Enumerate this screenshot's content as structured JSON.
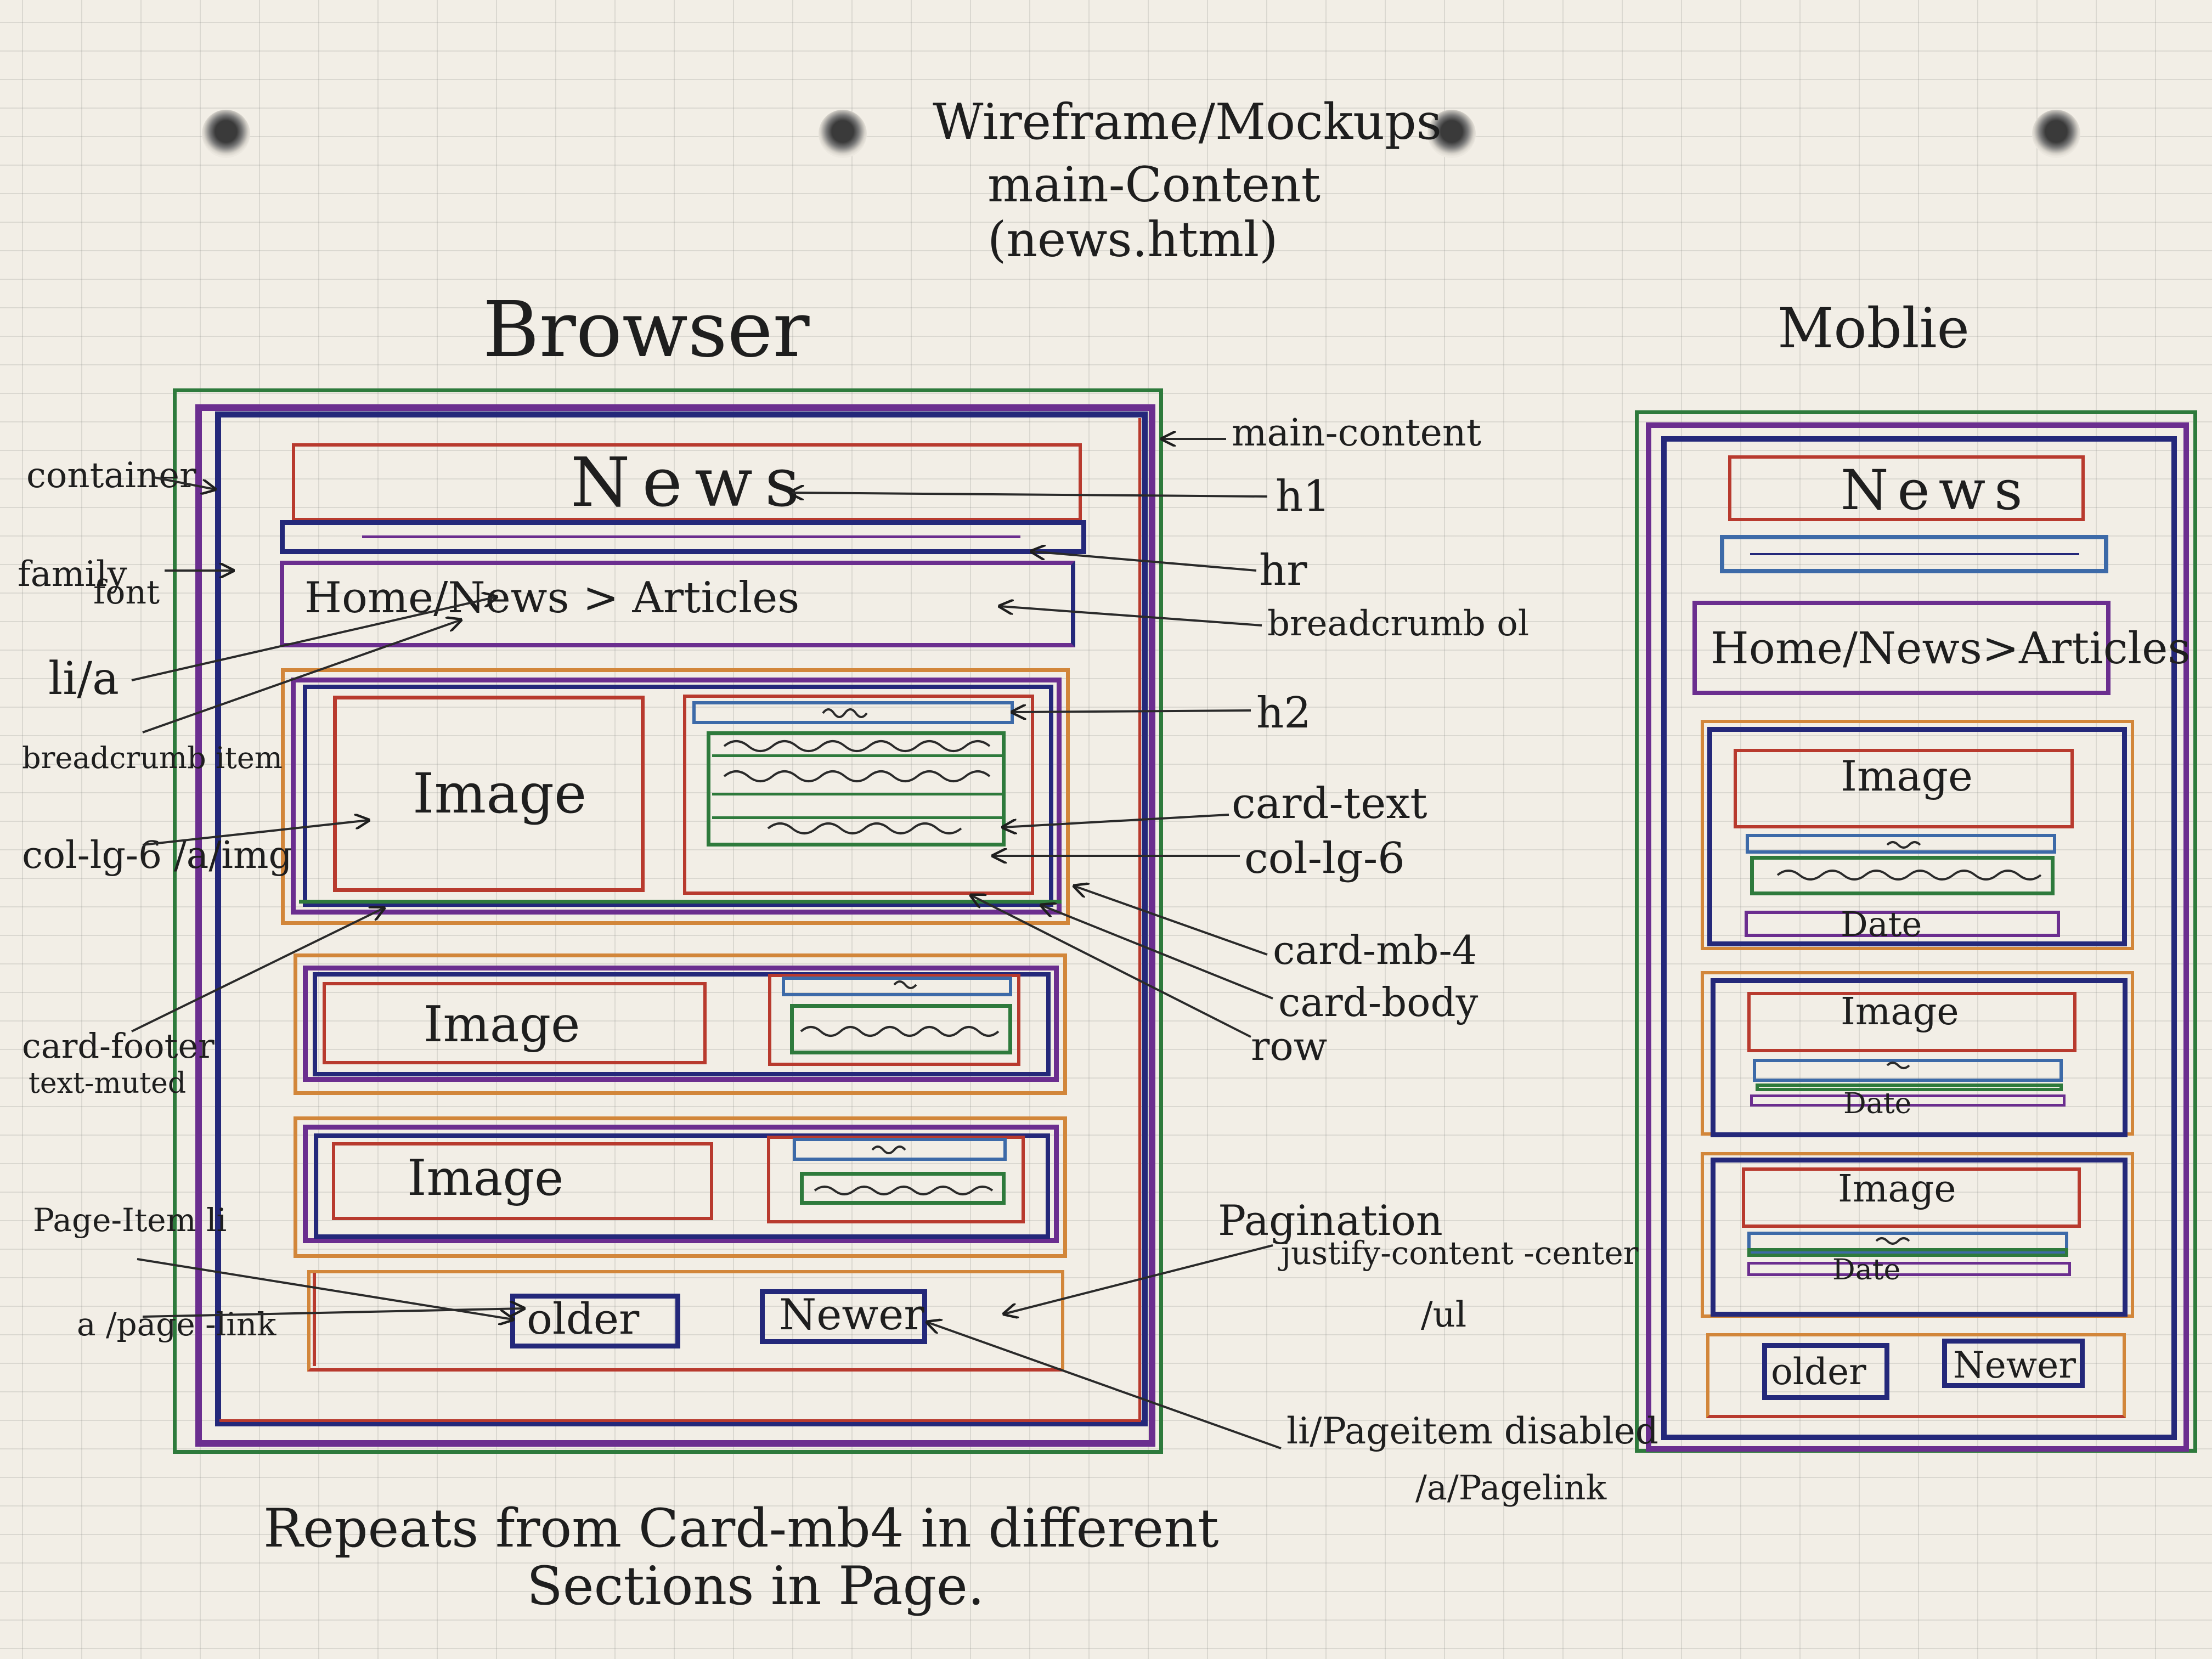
{
  "colors": {
    "paper": "#f2eee6",
    "purple": "#6b2e8f",
    "navy": "#24287a",
    "green": "#2e7a3c",
    "red": "#b83a2e",
    "orange": "#d2863a",
    "steel": "#3d6aa8",
    "ink": "#1e1e1e"
  },
  "header": {
    "line1": "Wireframe/Mockups",
    "line2": "main-Content",
    "line3": "(news.html)"
  },
  "browser": {
    "title": "Browser",
    "heading": "News",
    "breadcrumb": "Home/News > Articles",
    "card1_image": "Image",
    "card2_image": "Image",
    "card3_image": "Image",
    "older": "older",
    "newer": "Newer"
  },
  "labels": {
    "container": "container",
    "family_font": "family font",
    "family": "family",
    "font": "font",
    "li_a": "li/a",
    "breadcrumb_item": "breadcrumb item",
    "col_lg_6_a_img": "col-lg-6 /a/img",
    "card_footer": "card-footer",
    "text_muted": "text-muted",
    "page_item_li": "Page-Item li",
    "a_page_link": "a /page -link",
    "main_content": "main-content",
    "h1": "h1",
    "hr": "hr",
    "breadcrumb_ol": "breadcrumb ol",
    "h2": "h2",
    "card_text": "card-text",
    "col_lg_6": "col-lg-6",
    "card_mb_4": "card-mb-4",
    "card_body": "card-body",
    "row": "row",
    "pagination": "Pagination",
    "justify_content_center": "justify-content -center",
    "ul": "/ul",
    "li_pageitem_disabled": "li/Pageitem disabled",
    "a_pagelink": "/a/Pagelink"
  },
  "footnote": {
    "line1": "Repeats from Card-mb4 in different",
    "line2": "Sections in Page."
  },
  "mobile": {
    "title": "Moblie",
    "heading": "News",
    "breadcrumb": "Home/News>Articles",
    "card1_image": "Image",
    "card1_date": "Date",
    "card2_image": "Image",
    "card2_date": "Date",
    "card3_image": "Image",
    "card3_date": "Date",
    "older": "older",
    "newer": "Newer"
  }
}
